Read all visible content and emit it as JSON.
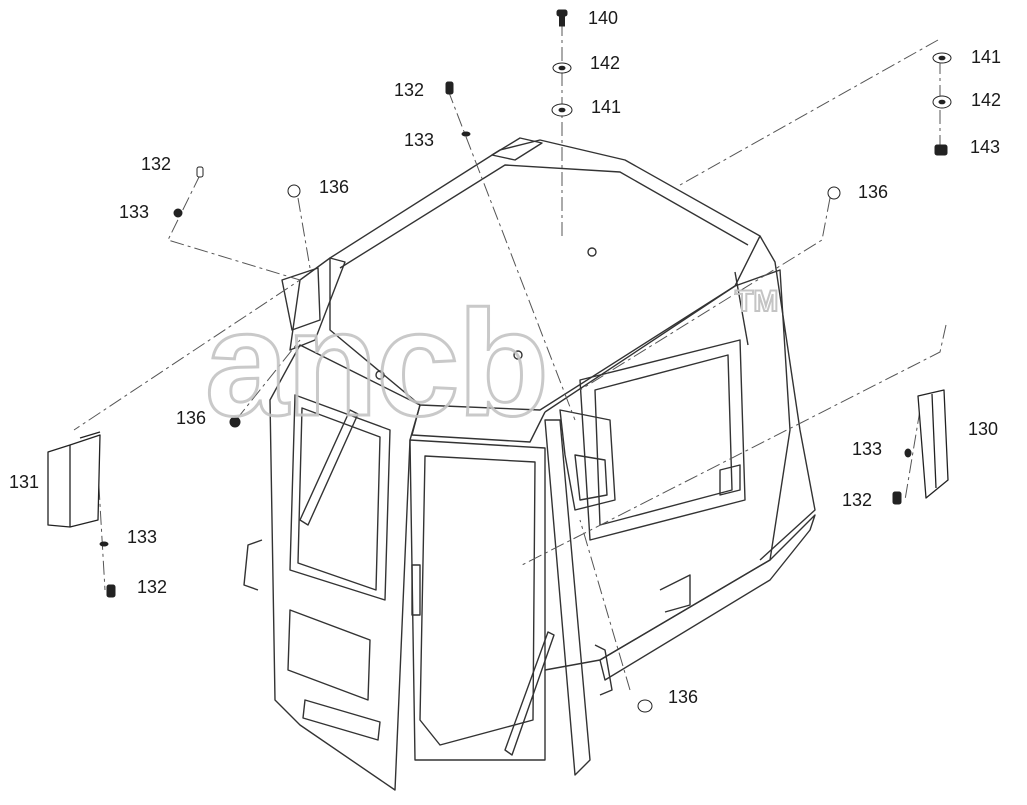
{
  "watermark": {
    "text": "ancb",
    "trademark": "TM"
  },
  "callouts": {
    "c140_top": "140",
    "c142_top": "142",
    "c141_top": "141",
    "c132_center": "132",
    "c133_center": "133",
    "c132_left": "132",
    "c133_left": "133",
    "c136_left_top": "136",
    "c136_right_top": "136",
    "c141_right": "141",
    "c142_right": "142",
    "c143_right": "143",
    "c136_left_mid": "136",
    "c131": "131",
    "c133_lower_left": "133",
    "c132_lower_left": "132",
    "c130": "130",
    "c133_right": "133",
    "c132_right": "132",
    "c136_bottom": "136"
  },
  "colors": {
    "line": "#333333",
    "leader": "#555555",
    "watermark": "#c4c4c4"
  }
}
